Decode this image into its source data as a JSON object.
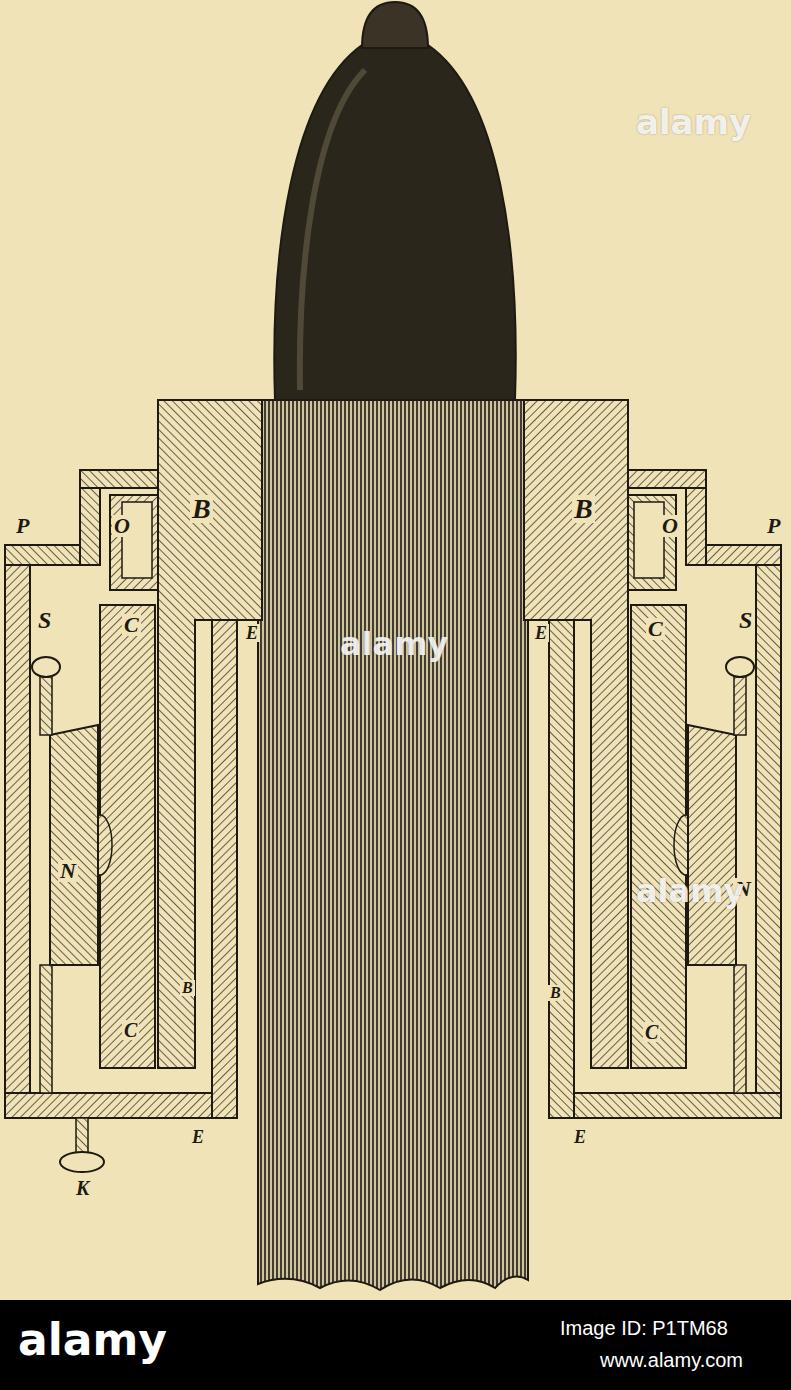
{
  "diagram": {
    "labels": [
      "P",
      "O",
      "B",
      "B",
      "O",
      "P",
      "S",
      "C",
      "E",
      "E",
      "C",
      "S",
      "N",
      "N",
      "B",
      "C",
      "B",
      "C",
      "E",
      "E",
      "K",
      "alamy",
      "alamy",
      "alamy",
      "alamy",
      "Image ID: P1TM68",
      "www.alamy.com"
    ]
  }
}
